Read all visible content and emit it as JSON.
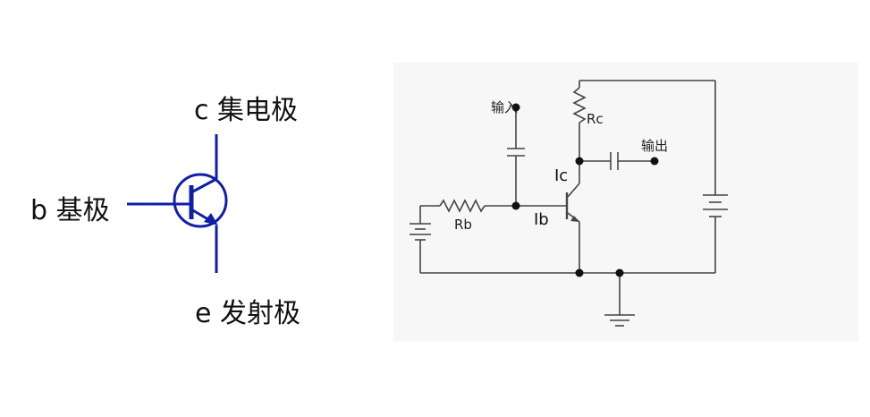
{
  "transistor_symbol": {
    "collector_label": "c  集电极",
    "base_label": "b 基极",
    "emitter_label": "e 发射极",
    "color": "#0f1fa8"
  },
  "circuit": {
    "input_label": "输入",
    "output_label": "输出",
    "rc_label": "Rc",
    "rb_label": "Rb",
    "ic_label": "Ic",
    "ib_label": "Ib",
    "line_color": "#444444"
  }
}
